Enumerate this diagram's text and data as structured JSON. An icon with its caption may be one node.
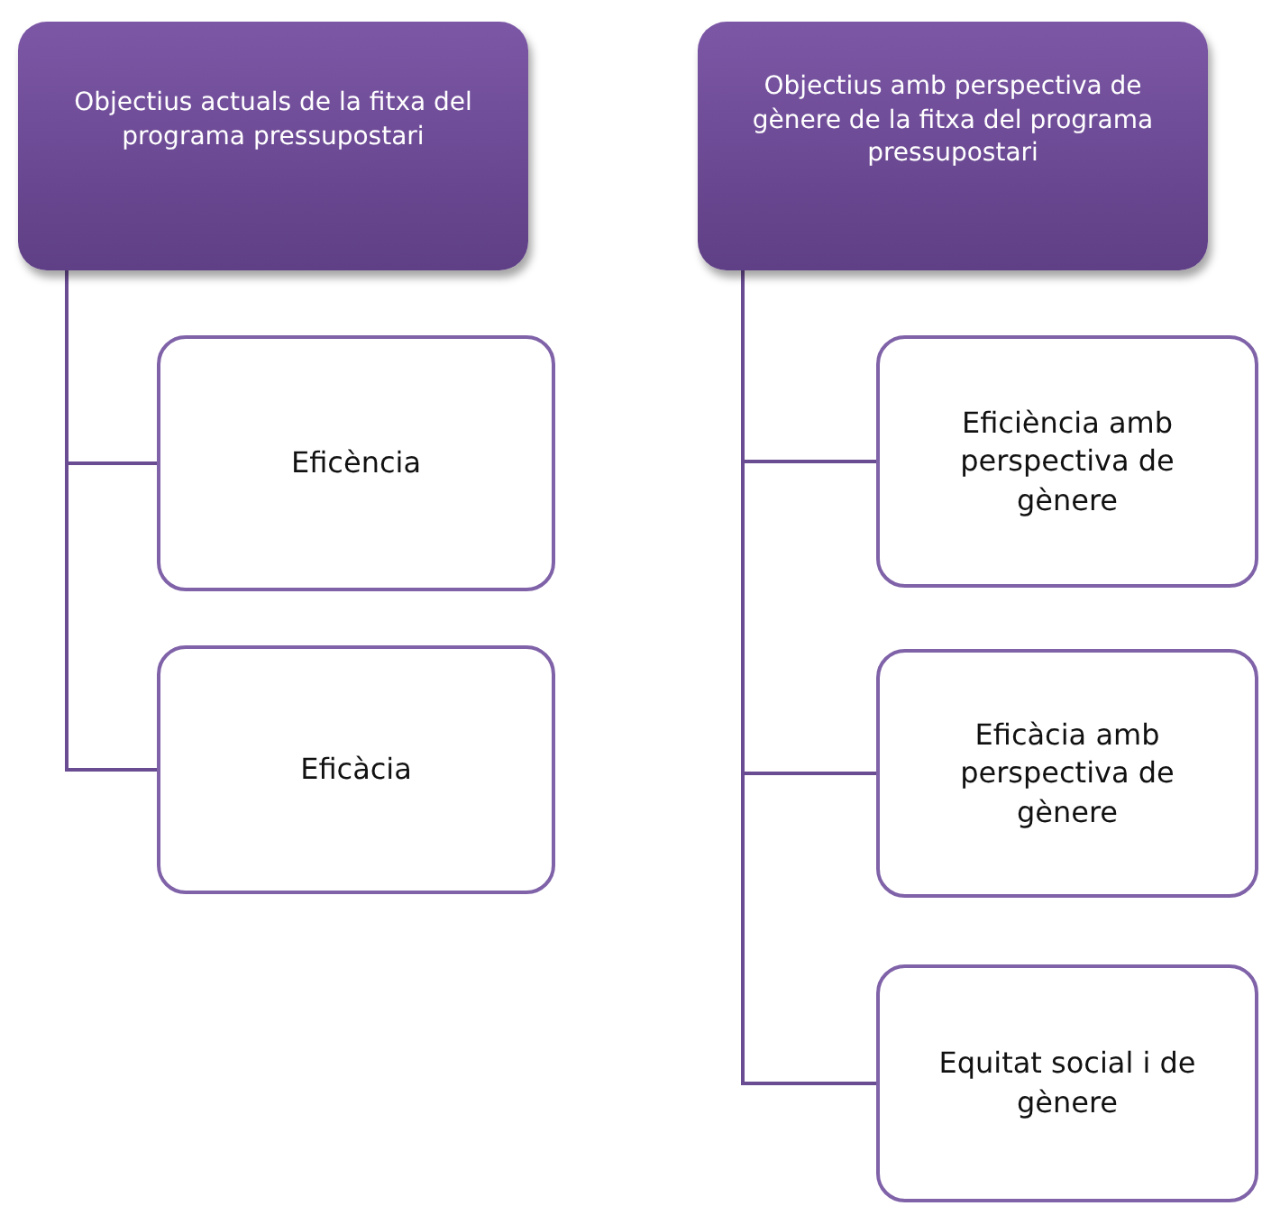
{
  "diagram": {
    "nodes": [
      {
        "text": [
          "Objectius actuals de la fitxa del programa pressupostari"
        ]
      },
      {
        "text": [
          "Objectius amb perspectiva de gènere de la fitxa del programa pressupostari"
        ]
      },
      {
        "text": [
          "Eficència"
        ]
      },
      {
        "text": [
          "Eficàcia"
        ]
      },
      {
        "text": [
          "Eficiència amb perspectiva de gènere"
        ]
      },
      {
        "text": [
          "Eficàcia amb perspectiva de gènere"
        ]
      },
      {
        "text": [
          "Equitat social i de gènere"
        ]
      }
    ],
    "edges": [
      {
        "from": 0,
        "to": 2,
        "arrow": "none"
      },
      {
        "from": 0,
        "to": 3,
        "arrow": "none"
      },
      {
        "from": 1,
        "to": 4,
        "arrow": "none"
      },
      {
        "from": 1,
        "to": 5,
        "arrow": "none"
      },
      {
        "from": 1,
        "to": 6,
        "arrow": "none"
      }
    ]
  }
}
